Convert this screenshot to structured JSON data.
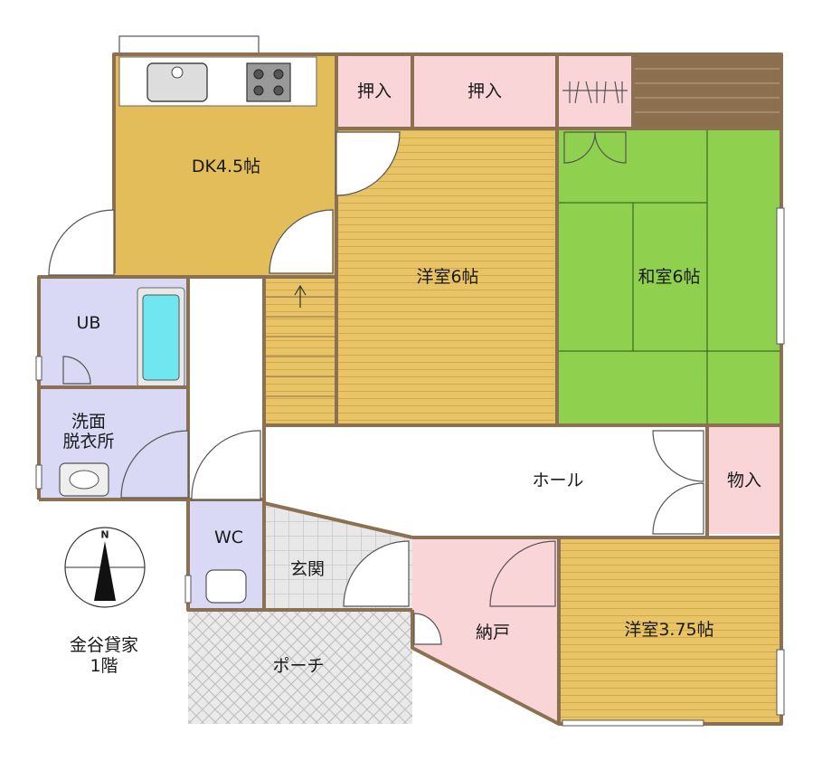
{
  "plan": {
    "caption_line1": "金谷貸家",
    "caption_line2": "1階",
    "north": "N",
    "rooms": {
      "dk": "DK4.5帖",
      "oshiire1": "押入",
      "oshiire2": "押入",
      "youshitsu6": "洋室6帖",
      "washitsu6": "和室6帖",
      "ub": "UB",
      "senmen_line1": "洗面",
      "senmen_line2": "脱衣所",
      "hall": "ホール",
      "monoire": "物入",
      "wc": "WC",
      "genkan": "玄関",
      "nando": "納戸",
      "youshitsu375": "洋室3.75帖",
      "porch": "ポーチ"
    }
  },
  "colors": {
    "wall": "#8b7152",
    "wood_floor": "#e8c467",
    "dk_floor": "#e2bd59",
    "tatami": "#8fd14f",
    "closet": "#f9d5d8",
    "bath": "#d9d9f5",
    "tub": "#6fe6f0",
    "deck": "#8b6f4e",
    "tile": "#e6e6e6"
  }
}
